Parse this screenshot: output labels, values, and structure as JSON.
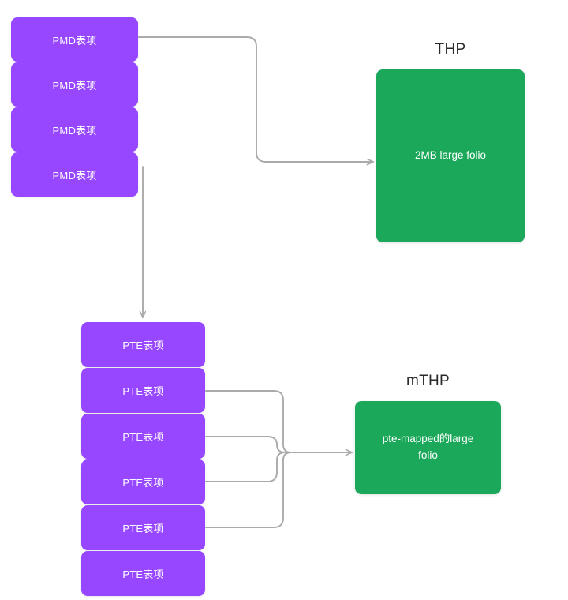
{
  "diagram": {
    "title_hidden": "",
    "background": "#ffffff",
    "colors": {
      "entry_fill": "#9747FF",
      "folio_fill": "#1BA85A",
      "edge_stroke": "#AAAAAA",
      "entry_text": "#FFFFFF",
      "folio_text": "#FFFFFF",
      "label_text": "#2B2B2B"
    }
  },
  "pmd_table": {
    "name": "PMD page table",
    "entries": [
      {
        "label": "PMD表项"
      },
      {
        "label": "PMD表项"
      },
      {
        "label": "PMD表项"
      },
      {
        "label": "PMD表项"
      }
    ]
  },
  "pte_table": {
    "name": "PTE page table",
    "entries": [
      {
        "label": "PTE表项"
      },
      {
        "label": "PTE表项"
      },
      {
        "label": "PTE表项"
      },
      {
        "label": "PTE表项"
      },
      {
        "label": "PTE表项"
      },
      {
        "label": "PTE表项"
      }
    ]
  },
  "thp_group": {
    "label": "THP",
    "box_text": "2MB large folio"
  },
  "mthp_group": {
    "label": "mTHP",
    "box_line1": "pte-mapped的large",
    "box_line2": "folio"
  },
  "edges": [
    {
      "from": "pmd-entry-1",
      "to": "thp-box",
      "style": "orthogonal-rounded",
      "arrow": true
    },
    {
      "from": "pmd-entry-4",
      "to": "pte-table",
      "style": "vertical",
      "arrow": true
    },
    {
      "from": "pte-entry-2",
      "to": "mthp-box",
      "style": "orthogonal-rounded",
      "arrow": true
    },
    {
      "from": "pte-entry-3",
      "to": "mthp-box",
      "style": "orthogonal-rounded",
      "arrow": true
    },
    {
      "from": "pte-entry-4",
      "to": "mthp-box",
      "style": "orthogonal-rounded",
      "arrow": true
    },
    {
      "from": "pte-entry-5",
      "to": "mthp-box",
      "style": "orthogonal-rounded",
      "arrow": true
    }
  ]
}
